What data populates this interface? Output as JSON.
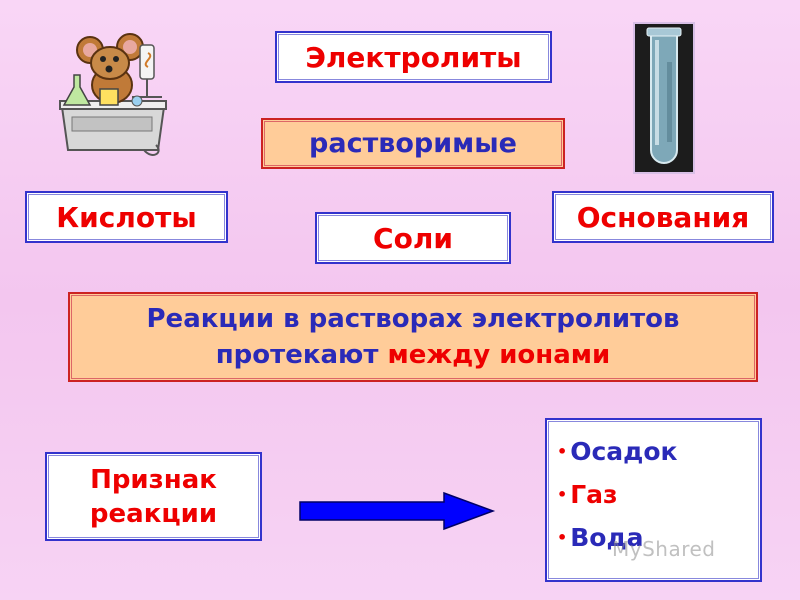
{
  "title": "Электролиты",
  "soluble_label": "растворимые",
  "categories": {
    "acids": "Кислоты",
    "salts": "Соли",
    "bases": "Основания"
  },
  "reaction_statement": {
    "line1": "Реакции в растворах электролитов",
    "line2_prefix": "протекают ",
    "line2_highlight": "между ионами"
  },
  "reaction_sign": {
    "line1": "Признак",
    "line2": "реакции"
  },
  "results": [
    {
      "label": "Осадок"
    },
    {
      "label": "Газ"
    },
    {
      "label": "Вода"
    }
  ],
  "bullet_glyph": "•",
  "watermark": "MyShared",
  "colors": {
    "text_red": "#ee0000",
    "text_blue": "#2a2ab8",
    "box_peach": "#ffcc99",
    "border_blue": "#3333cc",
    "border_red": "#cc2222",
    "arrow_blue": "#0000ff"
  },
  "icons": [
    "mouse-chemist-illustration",
    "test-tube-illustration",
    "right-arrow-icon"
  ]
}
